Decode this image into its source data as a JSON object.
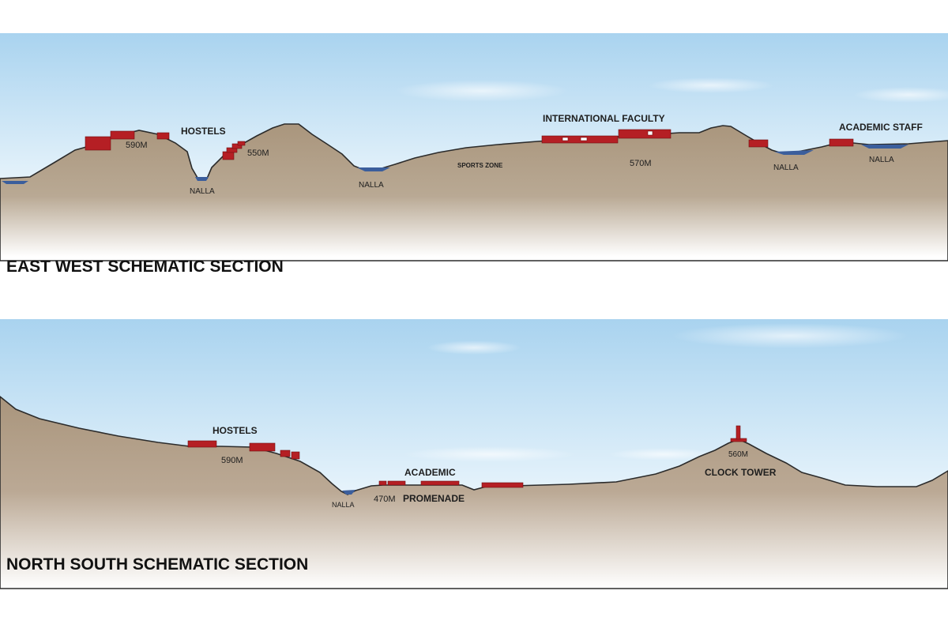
{
  "east_west": {
    "title": "EAST WEST SCHEMATIC SECTION",
    "labels": {
      "hostels": "HOSTELS",
      "elev_590": "590M",
      "elev_550": "550M",
      "nalla_1": "NALLA",
      "nalla_2": "NALLA",
      "sports_zone": "SPORTS ZONE",
      "international_faculty": "INTERNATIONAL FACULTY",
      "elev_570": "570M",
      "nalla_3": "NALLA",
      "academic_staff": "ACADEMIC STAFF",
      "nalla_4": "NALLA"
    }
  },
  "north_south": {
    "title": "NORTH SOUTH SCHEMATIC SECTION",
    "labels": {
      "hostels": "HOSTELS",
      "elev_590": "590M",
      "nalla": "NALLA",
      "academic": "ACADEMIC",
      "elev_470": "470M",
      "promenade": "PROMENADE",
      "elev_560": "560M",
      "clock_tower": "CLOCK TOWER"
    }
  },
  "colors": {
    "sky_top": "#a8d2ee",
    "sky_bottom": "#e3f1fa",
    "ground_top": "#ad9a80",
    "ground_bottom": "#ffffff",
    "building": "#b51f24",
    "water": "#3b5e9c"
  }
}
